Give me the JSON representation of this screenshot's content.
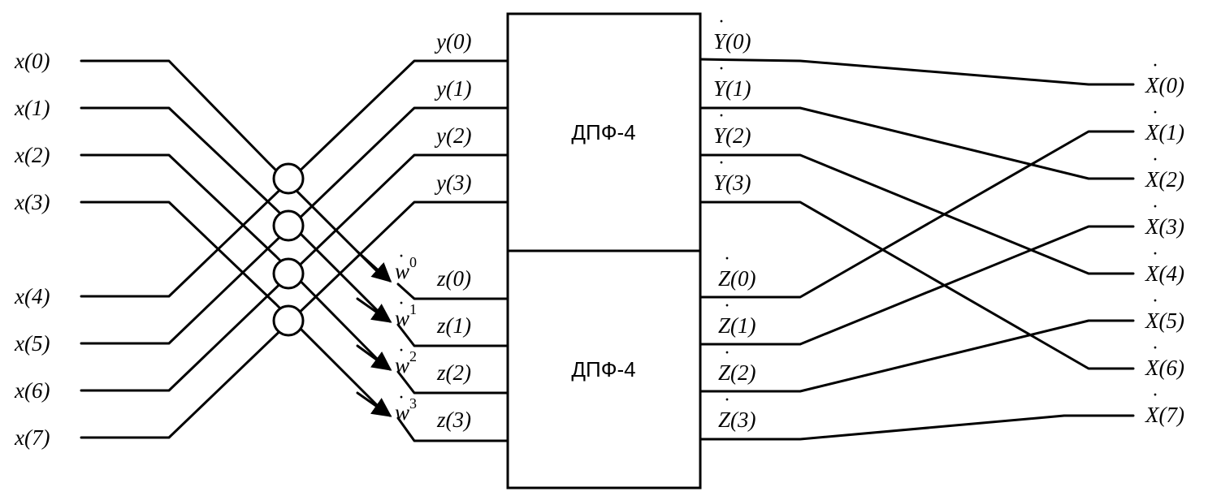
{
  "inputs": [
    "x(0)",
    "x(1)",
    "x(2)",
    "x(3)",
    "x(4)",
    "x(5)",
    "x(6)",
    "x(7)"
  ],
  "y_labels": [
    "y(0)",
    "y(1)",
    "y(2)",
    "y(3)"
  ],
  "z_labels": [
    "z(0)",
    "z(1)",
    "z(2)",
    "z(3)"
  ],
  "twiddles": [
    {
      "base": "w",
      "exp": "0"
    },
    {
      "base": "w",
      "exp": "1"
    },
    {
      "base": "w",
      "exp": "2"
    },
    {
      "base": "w",
      "exp": "3"
    }
  ],
  "blocks": [
    "ДПФ-4",
    "ДПФ-4"
  ],
  "Y_labels": [
    "Y(0)",
    "Y(1)",
    "Y(2)",
    "Y(3)"
  ],
  "Z_labels": [
    "Z(0)",
    "Z(1)",
    "Z(2)",
    "Z(3)"
  ],
  "outputs": [
    "X(0)",
    "X(1)",
    "X(2)",
    "X(3)",
    "X(4)",
    "X(5)",
    "X(6)",
    "X(7)"
  ]
}
